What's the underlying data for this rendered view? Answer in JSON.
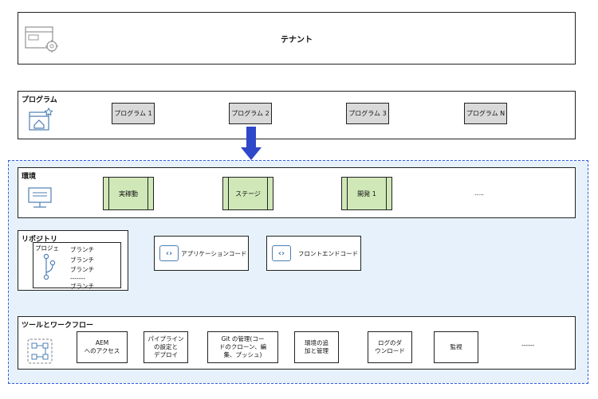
{
  "tenant": {
    "label": "テナント"
  },
  "program": {
    "title": "プログラム",
    "items": [
      "プログラム 1",
      "プログラム 2",
      "プログラム 3",
      "プログラム N"
    ]
  },
  "environment": {
    "title": "環境",
    "items": [
      "実稼動",
      "ステージ",
      "開発 1"
    ],
    "more": "....."
  },
  "repository": {
    "title": "リポジトリ",
    "project_label": "プロジェ",
    "branches": [
      "ブランチ",
      "ブランチ",
      "ブランチ",
      "-------",
      "ブランチ"
    ],
    "app_code": "アプリケーションコード",
    "frontend_code": "フロントエンドコード"
  },
  "tools": {
    "title": "ツールとワークフロー",
    "items": [
      "AEM\nへのアクセス",
      "パイプライン\nの設定と\nデプロイ",
      "Git の管理(コー\nドのクローン、編\n集、プッシュ)",
      "環境の追\n加と管理",
      "ログのダ\nウンロード",
      "監視"
    ],
    "more": "------"
  },
  "colors": {
    "env_green": "#d0e8b8",
    "program_gray": "#d9d9d9",
    "dashed_blue": "#3b5bdb",
    "panel_bg": "#e6f1fb",
    "arrow_blue": "#2f47c9"
  }
}
